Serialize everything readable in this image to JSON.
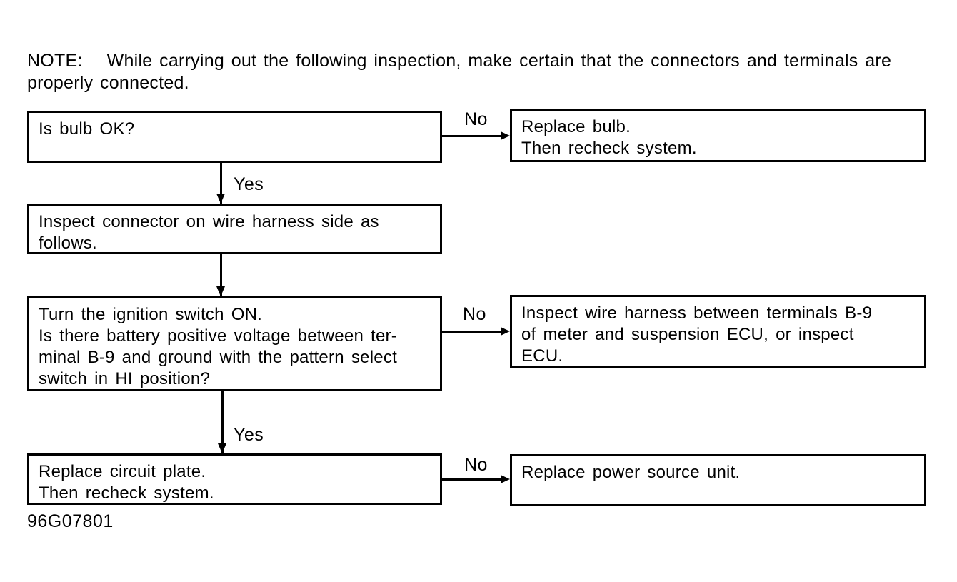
{
  "note": {
    "label": "NOTE:",
    "text": "While carrying out the following inspection, make certain that the connectors and terminals are properly connected."
  },
  "figure_code": "96G07801",
  "flowchart": {
    "edge_labels": {
      "yes": "Yes",
      "no": "No"
    },
    "boxes": {
      "is_bulb_ok": {
        "lines": [
          "Is bulb OK?"
        ]
      },
      "replace_bulb": {
        "lines": [
          "Replace bulb.",
          "Then recheck system."
        ]
      },
      "inspect_connector": {
        "lines": [
          "Inspect connector on wire harness side as",
          "follows."
        ]
      },
      "ignition_check": {
        "lines": [
          "Turn the ignition switch ON.",
          "Is there battery positive voltage between ter-",
          "minal B-9 and ground with the pattern select",
          "switch in HI position?"
        ]
      },
      "inspect_harness": {
        "lines": [
          "Inspect wire harness between terminals B-9",
          "of meter and suspension ECU, or inspect",
          "ECU."
        ]
      },
      "replace_circuit_plate": {
        "lines": [
          "Replace circuit plate.",
          "Then recheck system."
        ]
      },
      "replace_power_source": {
        "lines": [
          "Replace power source unit."
        ]
      }
    }
  }
}
